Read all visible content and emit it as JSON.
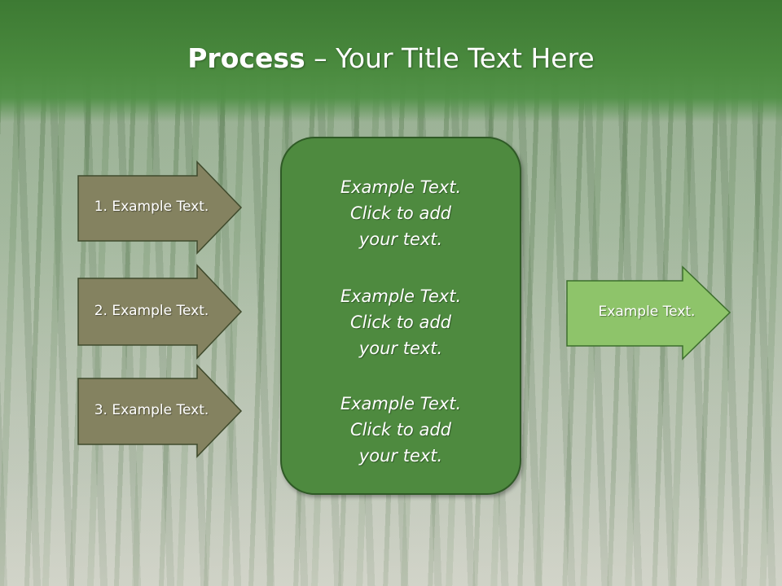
{
  "title": {
    "bold": "Process",
    "rest": " – Your Title Text Here"
  },
  "left_arrows": [
    {
      "label": "1. Example Text."
    },
    {
      "label": "2. Example Text."
    },
    {
      "label": "3. Example Text."
    }
  ],
  "center_blocks": [
    {
      "line1": "Example Text.",
      "line2": "Click  to add",
      "line3": "your text."
    },
    {
      "line1": "Example Text.",
      "line2": "Click  to add",
      "line3": "your text."
    },
    {
      "line1": "Example Text.",
      "line2": "Click  to add",
      "line3": "your text."
    }
  ],
  "right_arrow": {
    "label": "Example Text."
  },
  "colors": {
    "header_green": "#4a8a3e",
    "olive_arrow": "#848260",
    "center_box": "#4e8a3f",
    "right_arrow": "#8ec46a"
  }
}
